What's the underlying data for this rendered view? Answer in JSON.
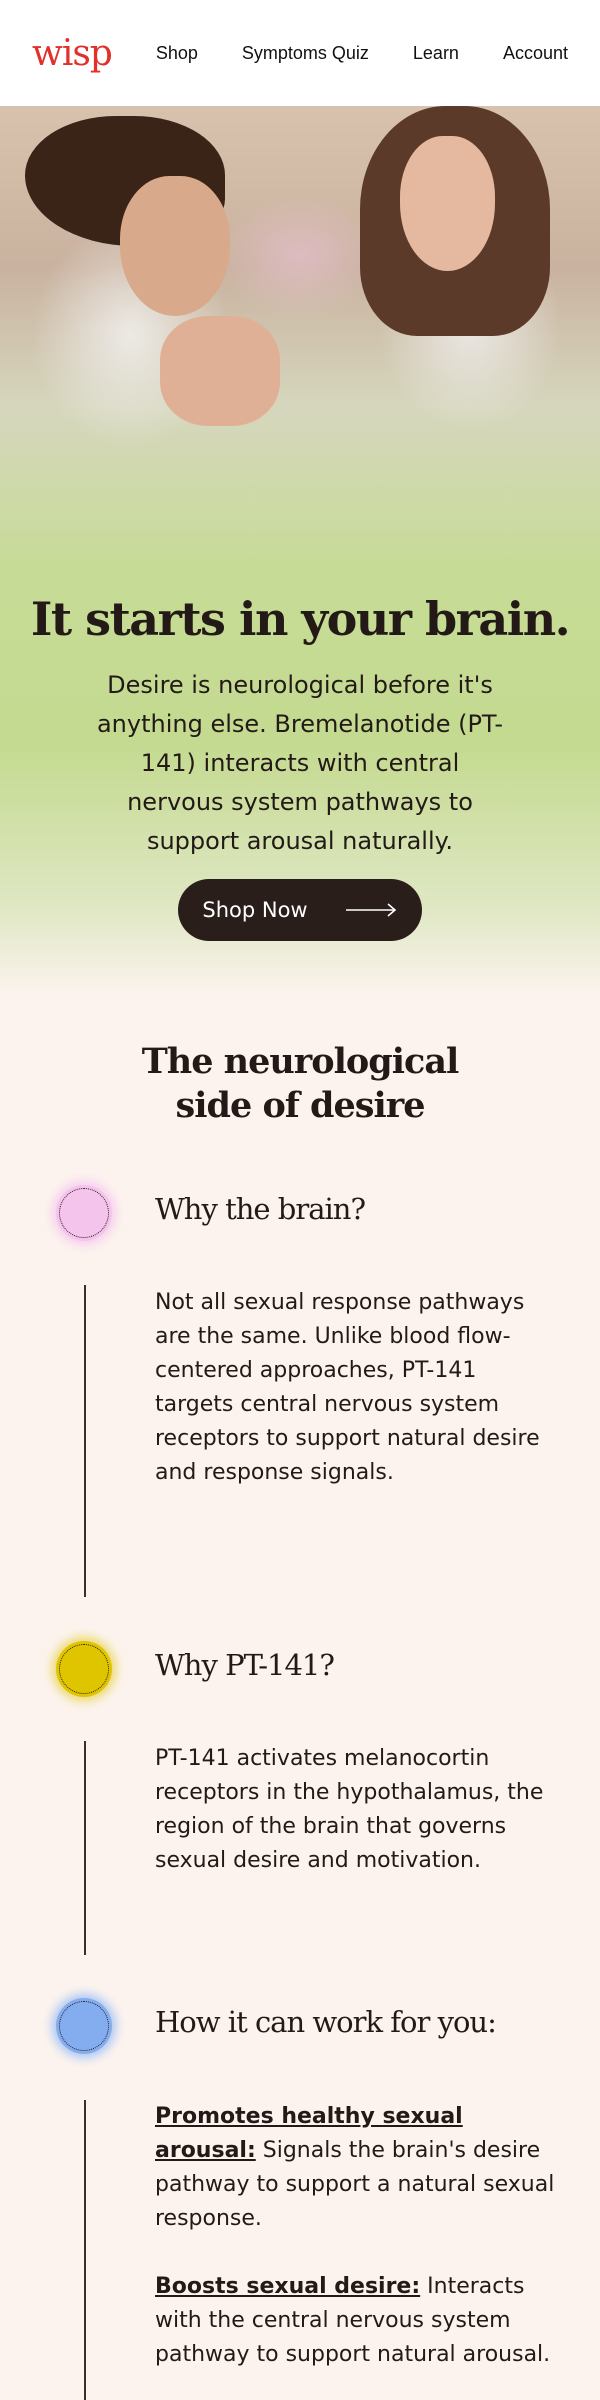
{
  "header": {
    "logo": "wisp",
    "nav": [
      "Shop",
      "Symptoms Quiz",
      "Learn",
      "Account"
    ]
  },
  "hero": {
    "title": "It starts in your brain.",
    "text": "Desire is neurological before it's anything else. Bremelanotide (PT-141) interacts with central nervous system pathways to support arousal naturally.",
    "button_label": "Shop Now",
    "photo_description_icon": "couple-photo"
  },
  "neuro": {
    "title_line1": "The neurological",
    "title_line2": "side of desire",
    "steps": [
      {
        "title": "Why the brain?",
        "body": "Not all sexual response pathways are the same. Unlike blood flow-centered approaches, PT-141 targets central nervous system receptors to support natural desire and response signals.",
        "dot_color": "#f5c4ec"
      },
      {
        "title": "Why PT-141?",
        "body": "PT-141 activates melanocortin receptors in the hypothalamus, the region of the brain that governs sexual desire and motivation.",
        "dot_color": "#dfc500"
      },
      {
        "title": "How it can work for you:",
        "dot_color": "#84adef",
        "points": [
          {
            "lead": "Promotes healthy sexual arousal:",
            "text": " Signals the brain's desire pathway to support a natural sexual response."
          },
          {
            "lead": "Boosts sexual desire:",
            "text": " Interacts with the central nervous system pathway to support natural arousal."
          }
        ]
      }
    ]
  },
  "colors": {
    "brand_red": "#e2302a",
    "dark": "#2a1e1b",
    "hero_green": "#c8dc9a",
    "cream": "#fcf3ee"
  }
}
